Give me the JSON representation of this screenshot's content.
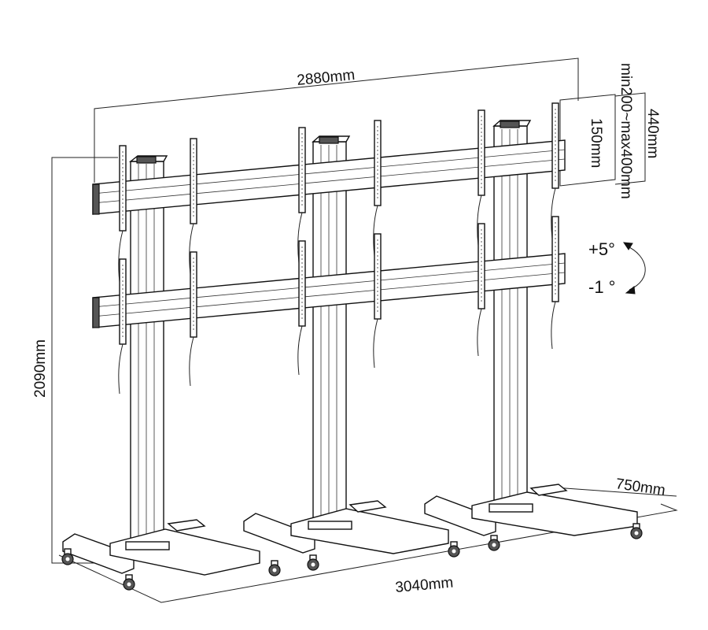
{
  "dimensions": {
    "top_width": "2880mm",
    "bottom_width": "3040mm",
    "height": "2090mm",
    "depth": "750mm",
    "panel_height": "440mm",
    "vesa_range": "min200~max400mm",
    "vesa_fixed": "150mm"
  },
  "tilt": {
    "up": "+5°",
    "down": "-1 °"
  },
  "colors": {
    "line": "#111111",
    "fill": "#ffffff",
    "shade": "#555555"
  }
}
